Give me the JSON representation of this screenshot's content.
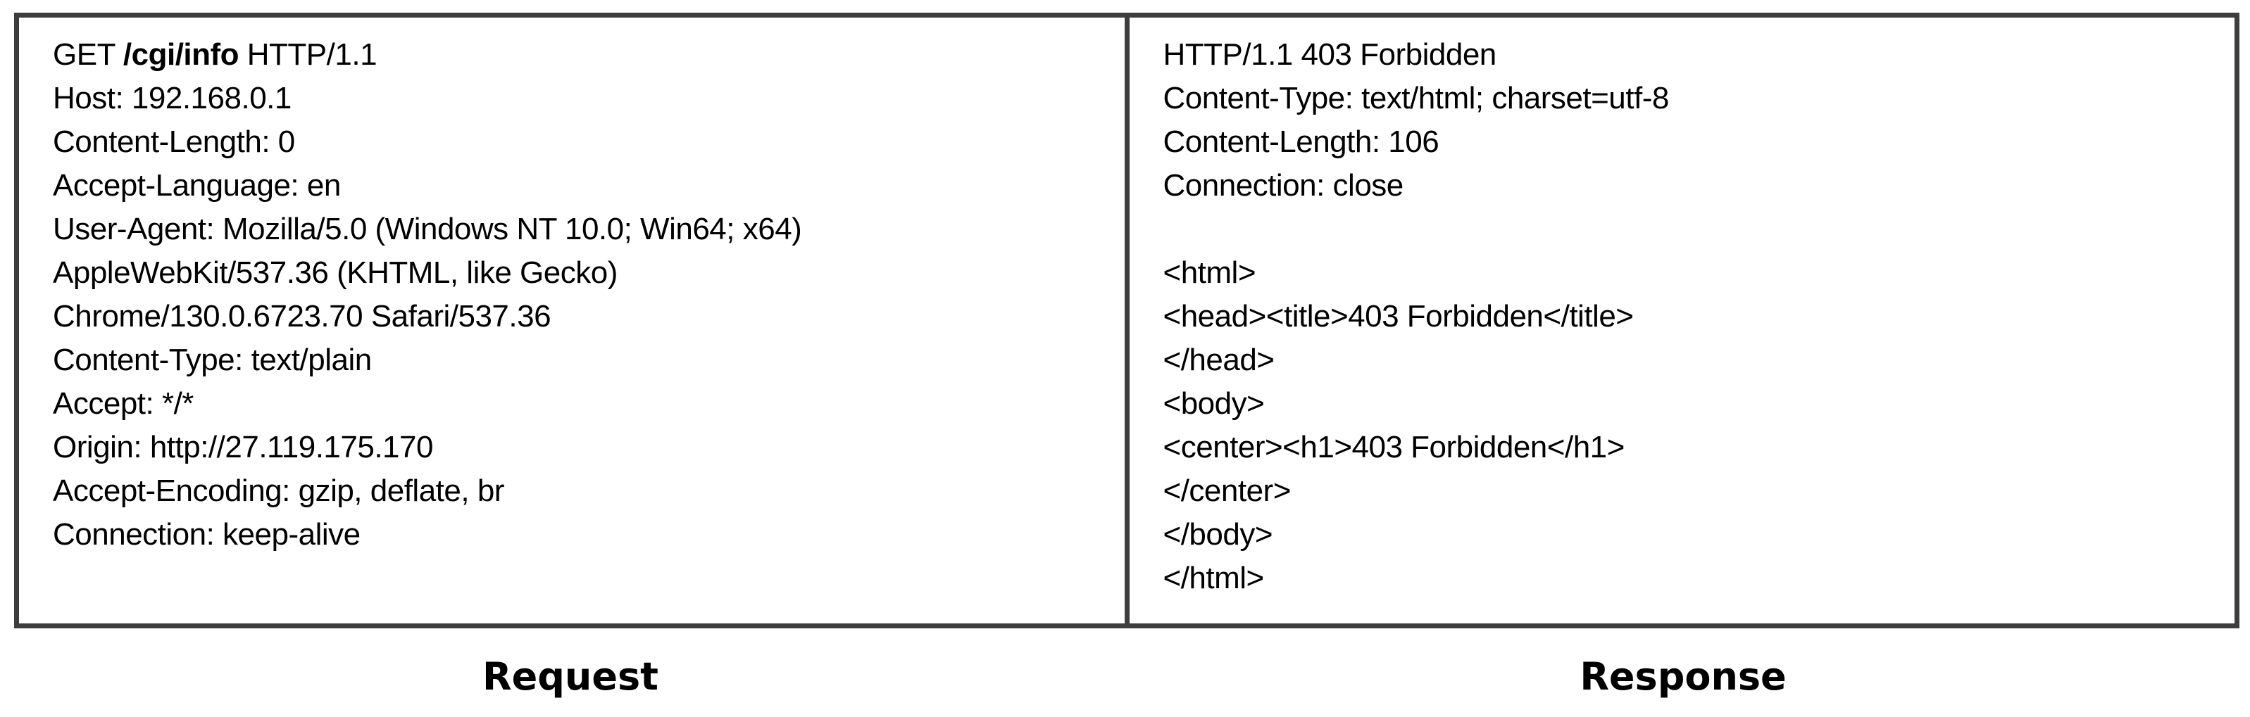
{
  "labels": {
    "request": "Request",
    "response": "Response"
  },
  "request": {
    "request_line": {
      "method": "GET ",
      "path": "/cgi/info",
      "protocol": " HTTP/1.1"
    },
    "lines": [
      "Host: 192.168.0.1",
      "Content-Length: 0",
      "Accept-Language: en",
      "User-Agent: Mozilla/5.0 (Windows NT 10.0; Win64; x64)",
      "AppleWebKit/537.36 (KHTML, like Gecko)",
      "Chrome/130.0.6723.70 Safari/537.36",
      "Content-Type: text/plain",
      "Accept: */*",
      "Origin: http://27.119.175.170",
      "Accept-Encoding: gzip, deflate, br",
      "Connection: keep-alive"
    ]
  },
  "response": {
    "lines": [
      "HTTP/1.1 403 Forbidden",
      "Content-Type: text/html; charset=utf-8",
      "Content-Length: 106",
      "Connection: close",
      "",
      "<html>",
      "<head><title>403 Forbidden</title>",
      "</head>",
      "<body>",
      "<center><h1>403 Forbidden</h1>",
      "</center>",
      "</body>",
      "</html>"
    ]
  },
  "colors": {
    "border": "#3d3d3d",
    "text": "#000000",
    "background": "#ffffff"
  }
}
